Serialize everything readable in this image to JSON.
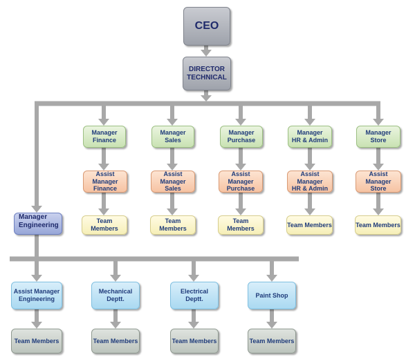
{
  "ceo": "CEO",
  "director": {
    "line1": "DIRECTOR",
    "line2": "TECHNICAL"
  },
  "departments": [
    {
      "manager": [
        "Manager",
        "Finance"
      ],
      "assistant": [
        "Assist Manager",
        "Finance"
      ],
      "team": "Team Members"
    },
    {
      "manager": [
        "Manager",
        "Sales"
      ],
      "assistant": [
        "Assist Manager",
        "Sales"
      ],
      "team": "Team Members"
    },
    {
      "manager": [
        "Manager",
        "Purchase"
      ],
      "assistant": [
        "Assist Manager",
        "Purchase"
      ],
      "team": "Team Members"
    },
    {
      "manager": [
        "Manager",
        "HR & Admin"
      ],
      "assistant": [
        "Assist Manager",
        "HR & Admin"
      ],
      "team": "Team Members"
    },
    {
      "manager": [
        "Manager",
        "Store"
      ],
      "assistant": [
        "Assist Manager",
        "Store"
      ],
      "team": "Team Members"
    }
  ],
  "engineering": {
    "manager": [
      "Manager",
      "Engineering"
    ],
    "units": [
      {
        "name": [
          "Assist Manager",
          "Engineering"
        ],
        "team": "Team Members"
      },
      {
        "name": [
          "Mechanical",
          "Deptt."
        ],
        "team": "Team Members"
      },
      {
        "name": [
          "Electrical",
          "Deptt."
        ],
        "team": "Team Members"
      },
      {
        "name": [
          "Paint Shop"
        ],
        "team": "Team Members"
      }
    ]
  },
  "colors": {
    "connector": "#a8a8a8",
    "executive": "#9ea2ab",
    "manager": "#c9e2b3",
    "assistant": "#f6c3a3",
    "team": "#f6efb8",
    "engineering_manager": "#98a7d8",
    "engineering_unit": "#aad9f1",
    "engineering_team": "#bcc4bd"
  }
}
